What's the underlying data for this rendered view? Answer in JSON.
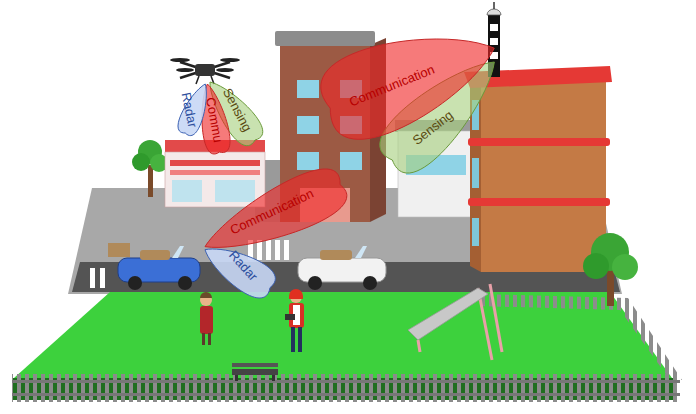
{
  "diagram": {
    "nodes": [
      {
        "text": [
          "Radar"
        ]
      },
      {
        "text": [
          "Commu"
        ]
      },
      {
        "text": [
          "Sensing"
        ]
      },
      {
        "text": [
          "Communication"
        ]
      },
      {
        "text": [
          "Sensing"
        ]
      },
      {
        "text": [
          "Communication"
        ]
      },
      {
        "text": [
          "Radar"
        ]
      }
    ]
  }
}
